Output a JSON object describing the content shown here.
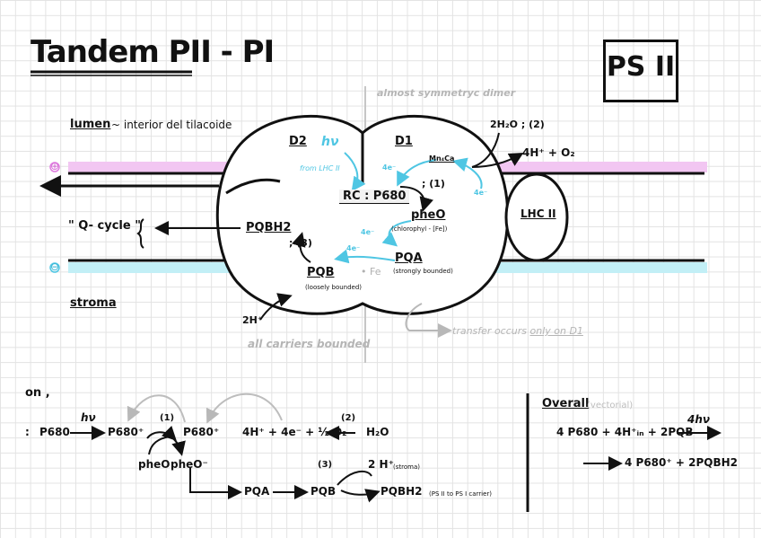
{
  "title": "Tandem PII - PI",
  "ps_label": "PS II",
  "top_note": "almost symmetryc dimer",
  "lumen_label": "lumen",
  "lumen_desc": "~ interior del tilacoide",
  "q_cycle": "\" Q- cycle \"",
  "stroma_label": "stroma",
  "membrane_side_lumen": "⊕",
  "membrane_side_stroma": "⊖",
  "complex": {
    "d2": "D2",
    "d1": "D1",
    "hv": "hν",
    "from_lhc": "from LHC II",
    "four_e1": "4e⁻",
    "four_e2": "4e⁻",
    "mn4ca": "Mn₄Ca",
    "rc": "RC : P680",
    "step1": "; (1)",
    "pheo": "pheO",
    "pheo_note": "(chlorophyl - [Fe])",
    "e_a": "4e⁻",
    "pqa": "PQA",
    "pqa_note": "(strongly bounded)",
    "e_b": "4e⁻",
    "pqb": "PQB",
    "pqb_note": "(loosely bounded)",
    "fe": "• Fe",
    "pqbh2": "PQBH2",
    "step3": "; (3)",
    "two_h": "2H⁺"
  },
  "water": {
    "h2o": "2H₂O ; (2)",
    "products": "4H⁺ + O₂"
  },
  "lhc2": "LHC II",
  "all_carriers": "all carriers bounded",
  "transfer_note_pre": "transfer occurs ",
  "transfer_note_u": "only on D1",
  "on_label": "on ,",
  "eq": {
    "colon": ":",
    "p680": "P680",
    "hv": "hν",
    "p680plus1": "P680⁺",
    "n1": "(1)",
    "p680plus2": "P680⁺",
    "products": "4H⁺ + 4e⁻ + ½ O₂",
    "n2": "(2)",
    "h2o": "H₂O",
    "pheo": "pheO",
    "pheo_minus": "pheO⁻",
    "n3": "(3)",
    "two_h": "2 H⁺",
    "stroma": "(stroma)",
    "pqa": "PQA",
    "pqb": "PQB",
    "pqbh2": "PQBH2",
    "pqbh2_note": "(PS II to PS I carrier)"
  },
  "overall": {
    "label": "Overall",
    "note": "(vectorial)",
    "lhs": "4 P680 + 4H⁺ᵢₙ + 2PQB",
    "hv": "4hν",
    "rhs": "4 P680⁺ + 2PQBH2"
  }
}
